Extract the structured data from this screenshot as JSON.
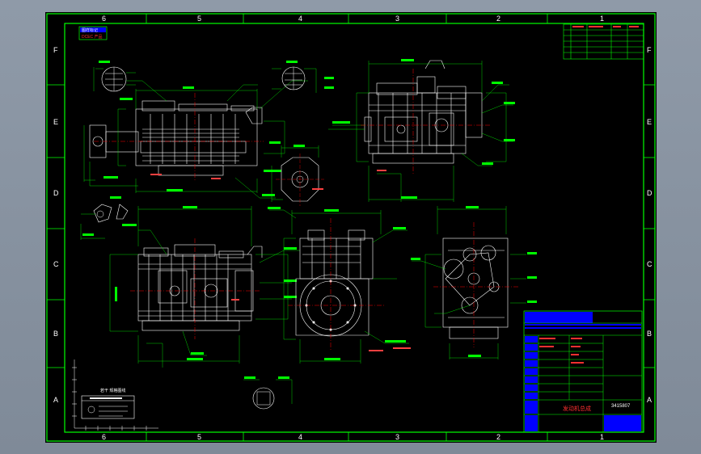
{
  "colors": {
    "background": "#000000",
    "outer_bg": "#8f9aa8",
    "border": "#00ff00",
    "geometry": "#ffffff",
    "dimension": "#00ff00",
    "centerline": "#ff0000",
    "title_panel": "#0000ff"
  },
  "zones": {
    "top": [
      "6",
      "5",
      "4",
      "3",
      "2",
      "1"
    ],
    "bottom": [
      "6",
      "5",
      "4",
      "3",
      "2",
      "1"
    ],
    "left": [
      "F",
      "E",
      "D",
      "C",
      "B",
      "A"
    ],
    "right": [
      "F",
      "E",
      "D",
      "C",
      "B",
      "A"
    ]
  },
  "header_tag": {
    "line1": "图样标记",
    "line2": "DCEC 产品"
  },
  "title_block": {
    "title": "发动机总成",
    "code": "3415807"
  },
  "ruler": {
    "label": "若干 规格图线"
  },
  "views": [
    {
      "name": "front-elevation"
    },
    {
      "name": "detail-circle-a"
    },
    {
      "name": "detail-circle-b"
    },
    {
      "name": "right-elevation"
    },
    {
      "name": "detail-flange"
    },
    {
      "name": "detail-bracket"
    },
    {
      "name": "side-view"
    },
    {
      "name": "rear-view"
    },
    {
      "name": "front-end-view"
    },
    {
      "name": "small-detail"
    }
  ]
}
